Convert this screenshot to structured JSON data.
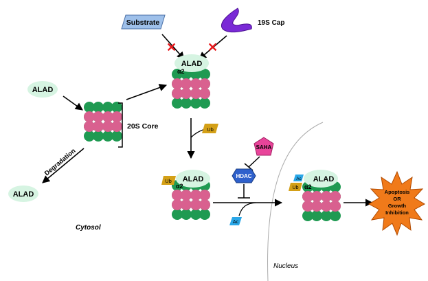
{
  "labels": {
    "substrate": "Substrate",
    "cap19s": "19S Cap",
    "alad": "ALAD",
    "core20s": "20S Core",
    "alpha2": "α2",
    "degradation": "Degradation",
    "cytosol": "Cytosol",
    "nucleus": "Nucleus",
    "ub": "Ub",
    "ac": "Ac",
    "saha": "SAHA",
    "hdac": "HDAC",
    "outcome_line1": "Apoptosis",
    "outcome_line2": "OR",
    "outcome_line3": "Growth",
    "outcome_line4": "Inhibition"
  },
  "colors": {
    "green": "#1f9a52",
    "pink": "#d9608f",
    "alad_cloud": "#d6f4e2",
    "substrate_box": "#9ec0ea",
    "cap_purple": "#7a2ad6",
    "blocked_x": "#e8191c",
    "ub_tag": "#d4a017",
    "ac_tag": "#2aa7e8",
    "saha": "#e8449a",
    "hdac": "#2e60cc",
    "starburst": "#f07a1a"
  }
}
